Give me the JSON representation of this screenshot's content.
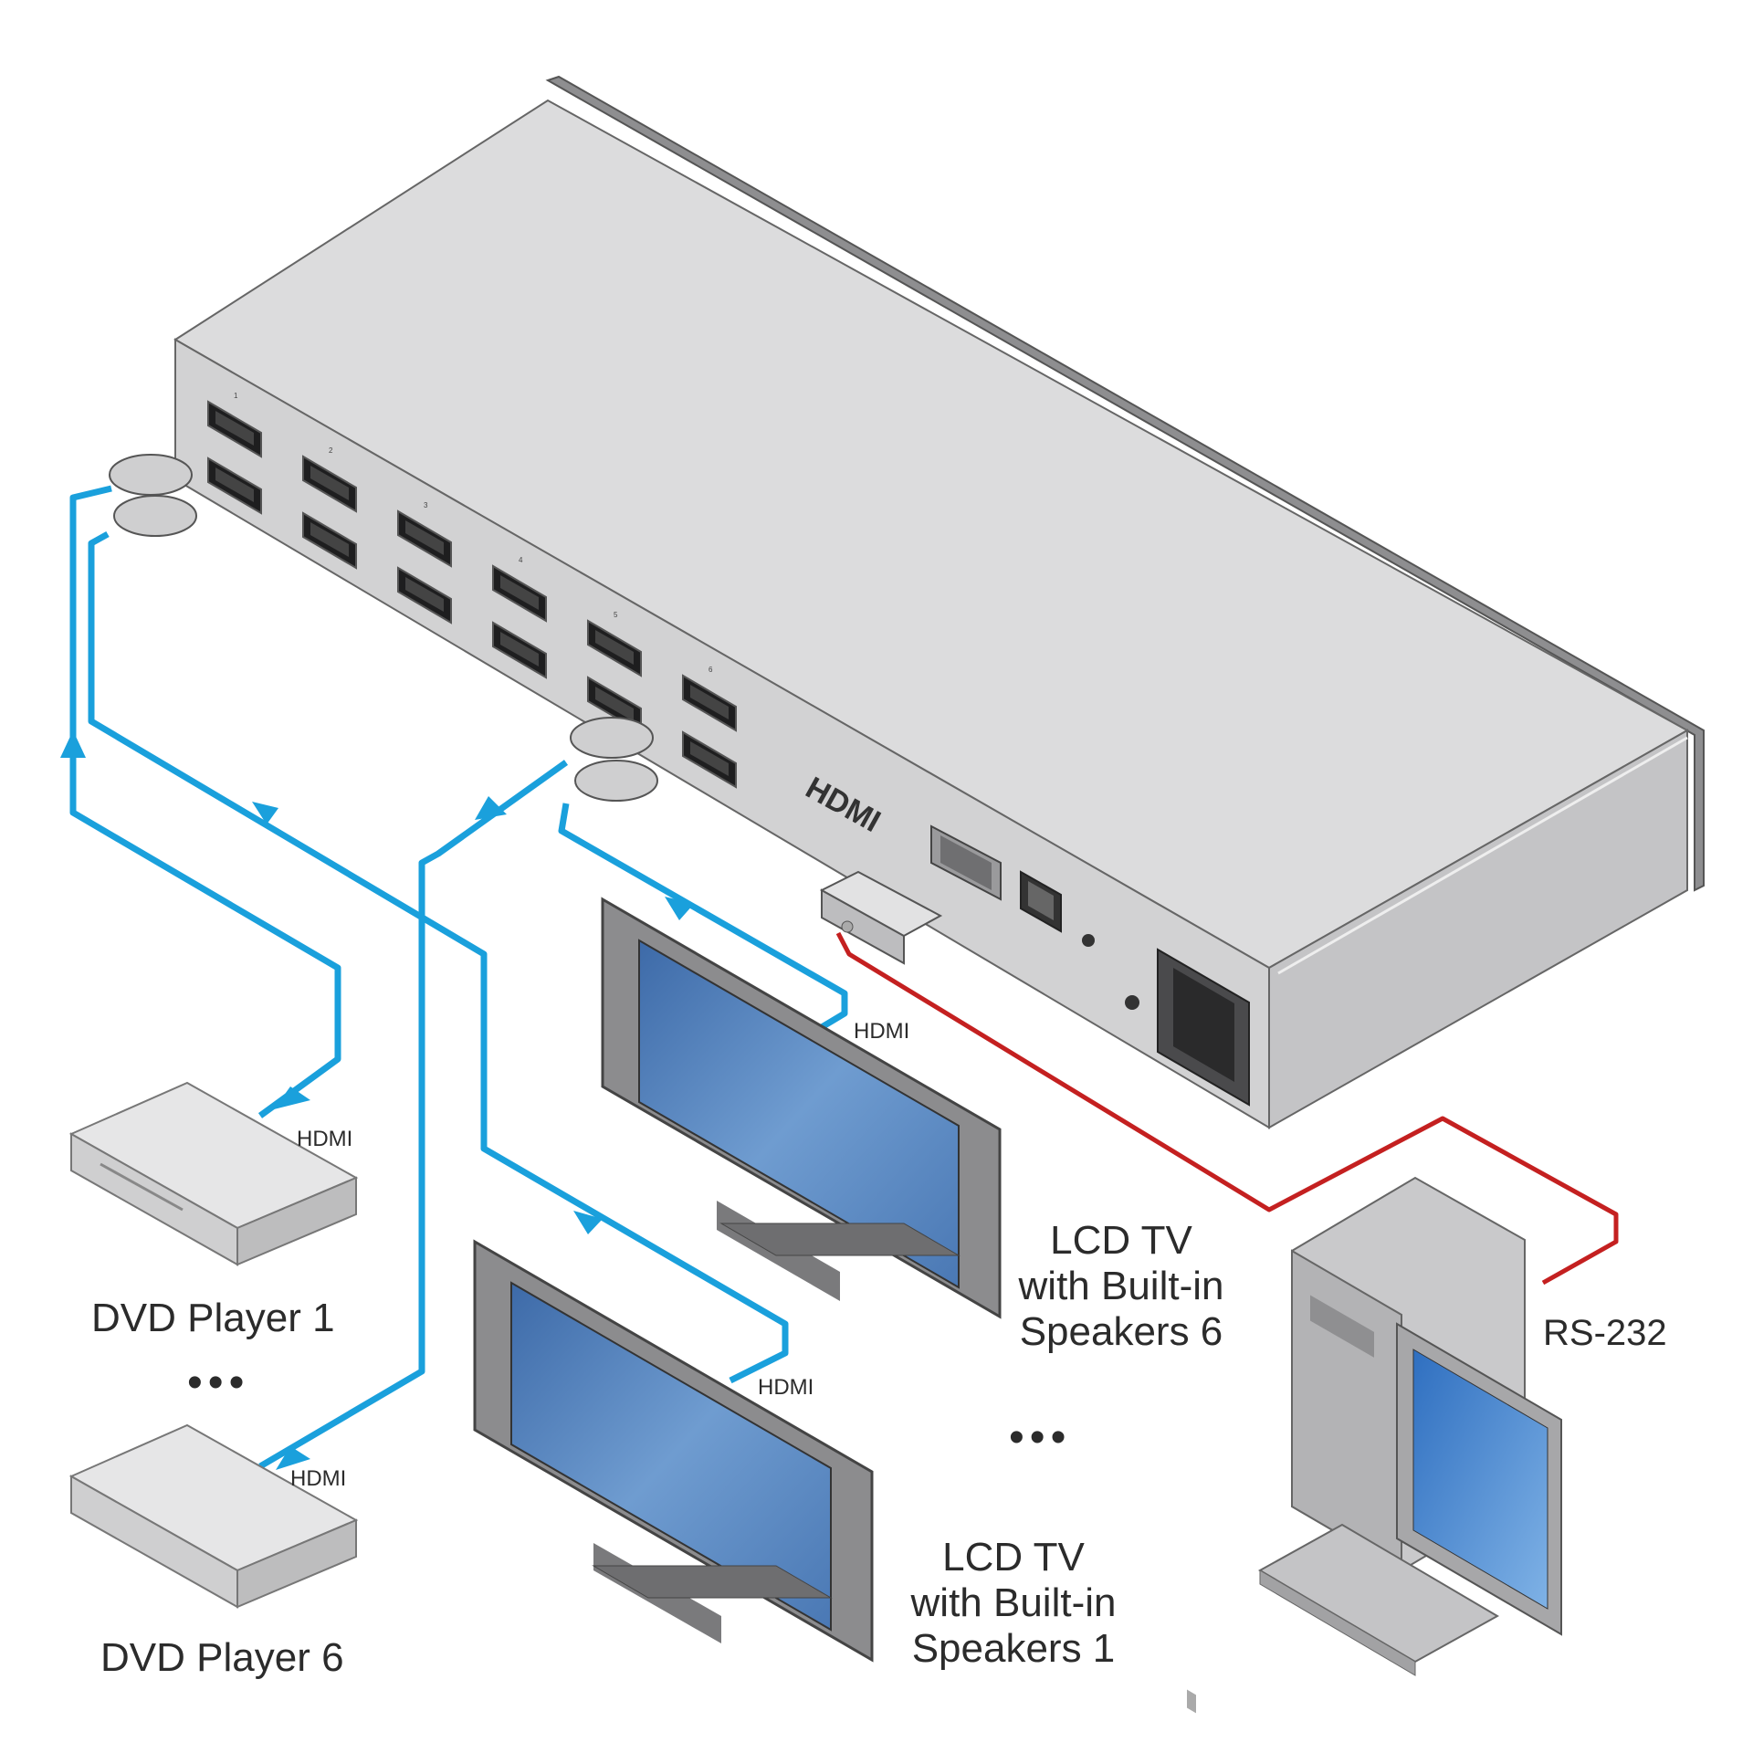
{
  "labels": {
    "dvd_player_1": "DVD Player 1",
    "dvd_player_6": "DVD Player 6",
    "lcd_tv_6": [
      "LCD TV",
      "with Built-in",
      "Speakers 6"
    ],
    "lcd_tv_1": [
      "LCD TV",
      "with Built-in",
      "Speakers 1"
    ],
    "rs232": "RS-232",
    "hdmi_dvd1": "HDMI",
    "hdmi_dvd6": "HDMI",
    "hdmi_tv6": "HDMI",
    "hdmi_tv1": "HDMI",
    "device_logo": "HDMI",
    "ellipsis_left": "•••",
    "ellipsis_right": "•••"
  },
  "port_numbers": [
    "1",
    "2",
    "3",
    "4",
    "5",
    "6"
  ],
  "colors": {
    "hdmi_cable": "#1aa0dc",
    "rs232_cable": "#c42020",
    "chassis_top": "#d9d9da",
    "chassis_side": "#c8c8c9",
    "screen": "#5a86b8"
  }
}
